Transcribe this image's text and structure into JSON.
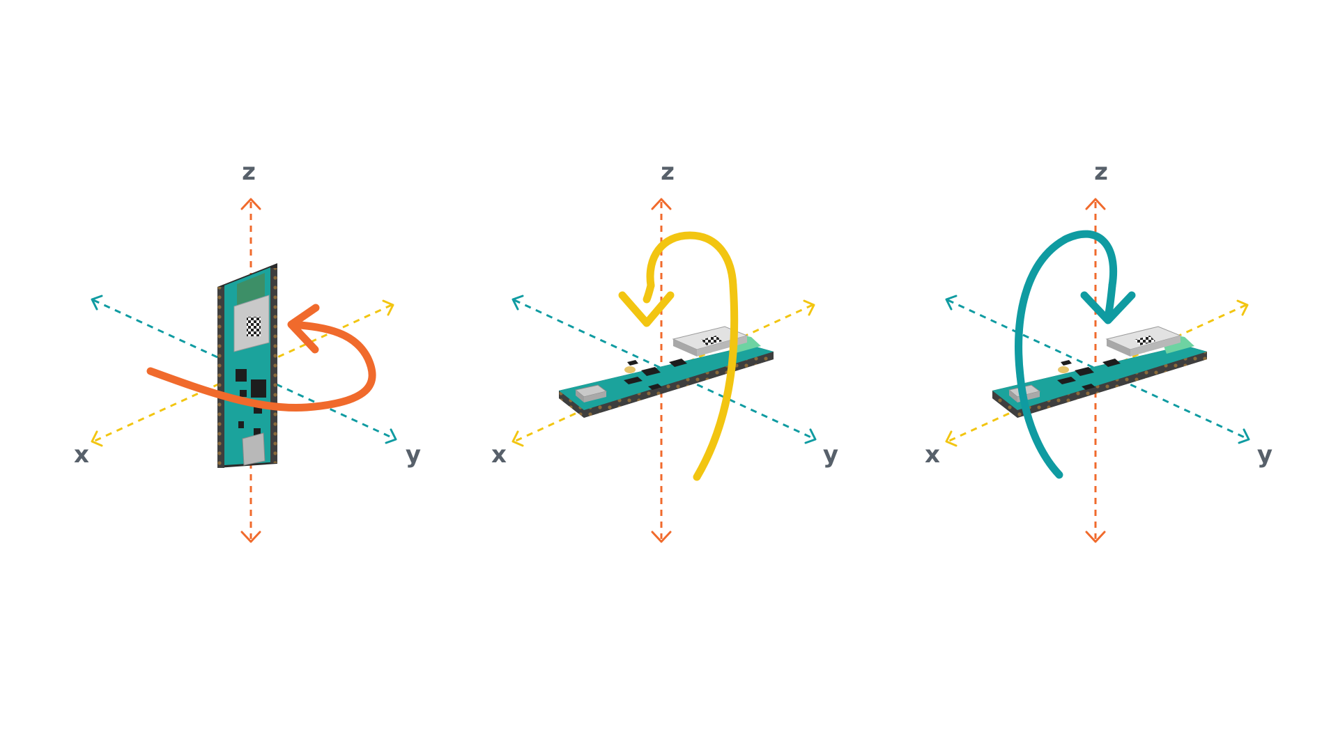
{
  "colors": {
    "background": "#ffffff",
    "z_axis": "#f06a2c",
    "x_axis": "#0f9ba1",
    "y_axis": "#f2c511",
    "label": "#57606a",
    "board_green": "#1ba39c",
    "board_edge": "#4a4a4a",
    "module_silver": "#c9c9c9",
    "antenna_green": "#6ed3a2"
  },
  "panels": [
    {
      "axis_labels": {
        "z": "z",
        "x": "x",
        "y": "y"
      },
      "board_orientation": "vertical",
      "rotation_arrow_color": "#f06a2c",
      "rotation_arrow_icon": "curved-arrow-icon"
    },
    {
      "axis_labels": {
        "z": "z",
        "x": "x",
        "y": "y"
      },
      "board_orientation": "flat",
      "rotation_arrow_color": "#f2c511",
      "rotation_arrow_icon": "curved-arrow-icon"
    },
    {
      "axis_labels": {
        "z": "z",
        "x": "x",
        "y": "y"
      },
      "board_orientation": "flat",
      "rotation_arrow_color": "#0f9ba1",
      "rotation_arrow_icon": "curved-arrow-icon"
    }
  ]
}
